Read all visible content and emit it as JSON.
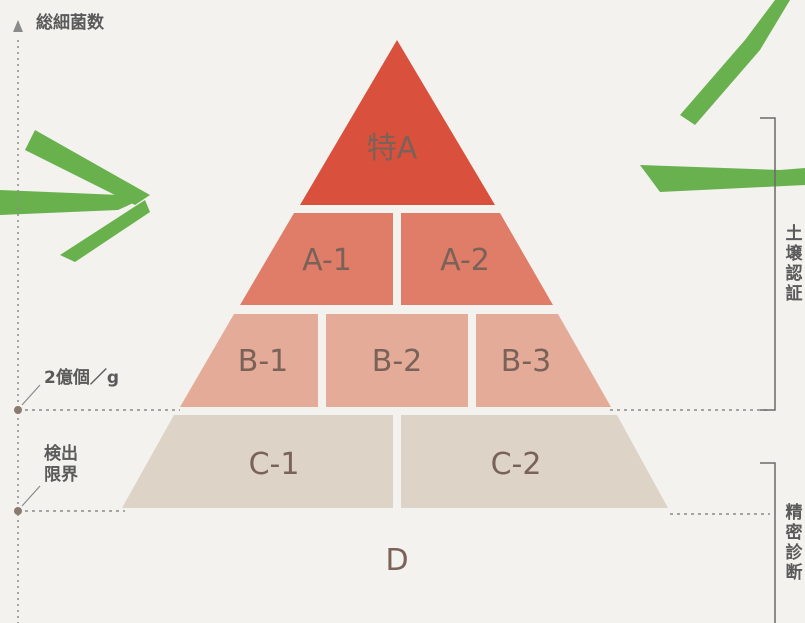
{
  "axis": {
    "label": "総細菌数"
  },
  "levels": {
    "threshold_2oku": "2億個／g",
    "detection_limit_line1": "検出",
    "detection_limit_line2": "限界"
  },
  "tiers": {
    "special_a": "特A",
    "a1": "A-1",
    "a2": "A-2",
    "b1": "B-1",
    "b2": "B-2",
    "b3": "B-3",
    "c1": "C-1",
    "c2": "C-2",
    "d": "D"
  },
  "brackets": {
    "upper": [
      "土",
      "壌",
      "認",
      "証"
    ],
    "lower": [
      "精",
      "密",
      "診",
      "断"
    ]
  },
  "colors": {
    "tier_special": "#d9503c",
    "tier_a": "#e07d68",
    "tier_b": "#e3ab98",
    "tier_c": "#ddd3c6",
    "arrow_green": "#5aaa3c",
    "text": "#5a5a5a"
  }
}
